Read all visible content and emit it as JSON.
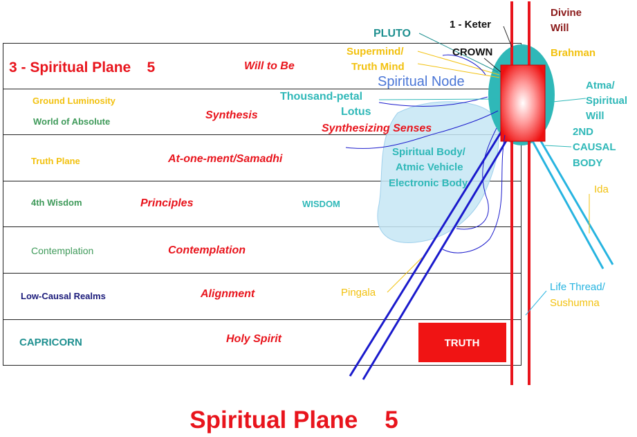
{
  "colors": {
    "red": "#e8141c",
    "teal": "#2fb8b8",
    "dark_teal": "#1f9090",
    "gold": "#f2c10f",
    "green": "#3f9a5a",
    "navy": "#1a1a7a",
    "blue": "#1a1acc",
    "maroon": "#8b1a1a",
    "cyan": "#27b4e0",
    "light_blue": "#c6e6f5",
    "node_blue": "#4a76d6"
  },
  "rows": [
    {
      "left": "3 - Spiritual Plane    5",
      "center": "Will to Be"
    },
    {
      "left": "Ground Luminosity",
      "left2": "World of Absolute",
      "center": "Synthesis"
    },
    {
      "left": "Truth Plane",
      "center": "At-one-ment/Samadhi"
    },
    {
      "left": "4th Wisdom",
      "center": "Principles",
      "right": "WISDOM"
    },
    {
      "left": "Contemplation",
      "center": "Contemplation"
    },
    {
      "left": "Low-Causal Realms",
      "center": "Alignment"
    },
    {
      "left": "CAPRICORN",
      "center": "Holy Spirit",
      "badge": "TRUTH"
    }
  ],
  "labels": {
    "pluto": "PLUTO",
    "keter": "1 - Keter",
    "divine": "Divine",
    "will": "Will",
    "supermind": "Supermind/",
    "truth_mind": "Truth Mind",
    "crown": "CROWN",
    "brahman": "Brahman",
    "spiritual_node": "Spiritual Node",
    "thousand_petal": "Thousand-petal",
    "lotus": "Lotus",
    "atma": "Atma/",
    "spiritual": "Spiritual",
    "will2": "Will",
    "synthesizing_senses": "Synthesizing Senses",
    "second": "2ND",
    "causal": "CAUSAL",
    "body": "BODY",
    "spiritual_body": "Spiritual Body/",
    "atmic_vehicle": "Atmic Vehicle",
    "electronic_body": "Electronic Body",
    "ida": "Ida",
    "pingala": "Pingala",
    "life_thread": "Life Thread/",
    "sushumna": "Sushumna"
  },
  "title": "Spiritual Plane    5"
}
